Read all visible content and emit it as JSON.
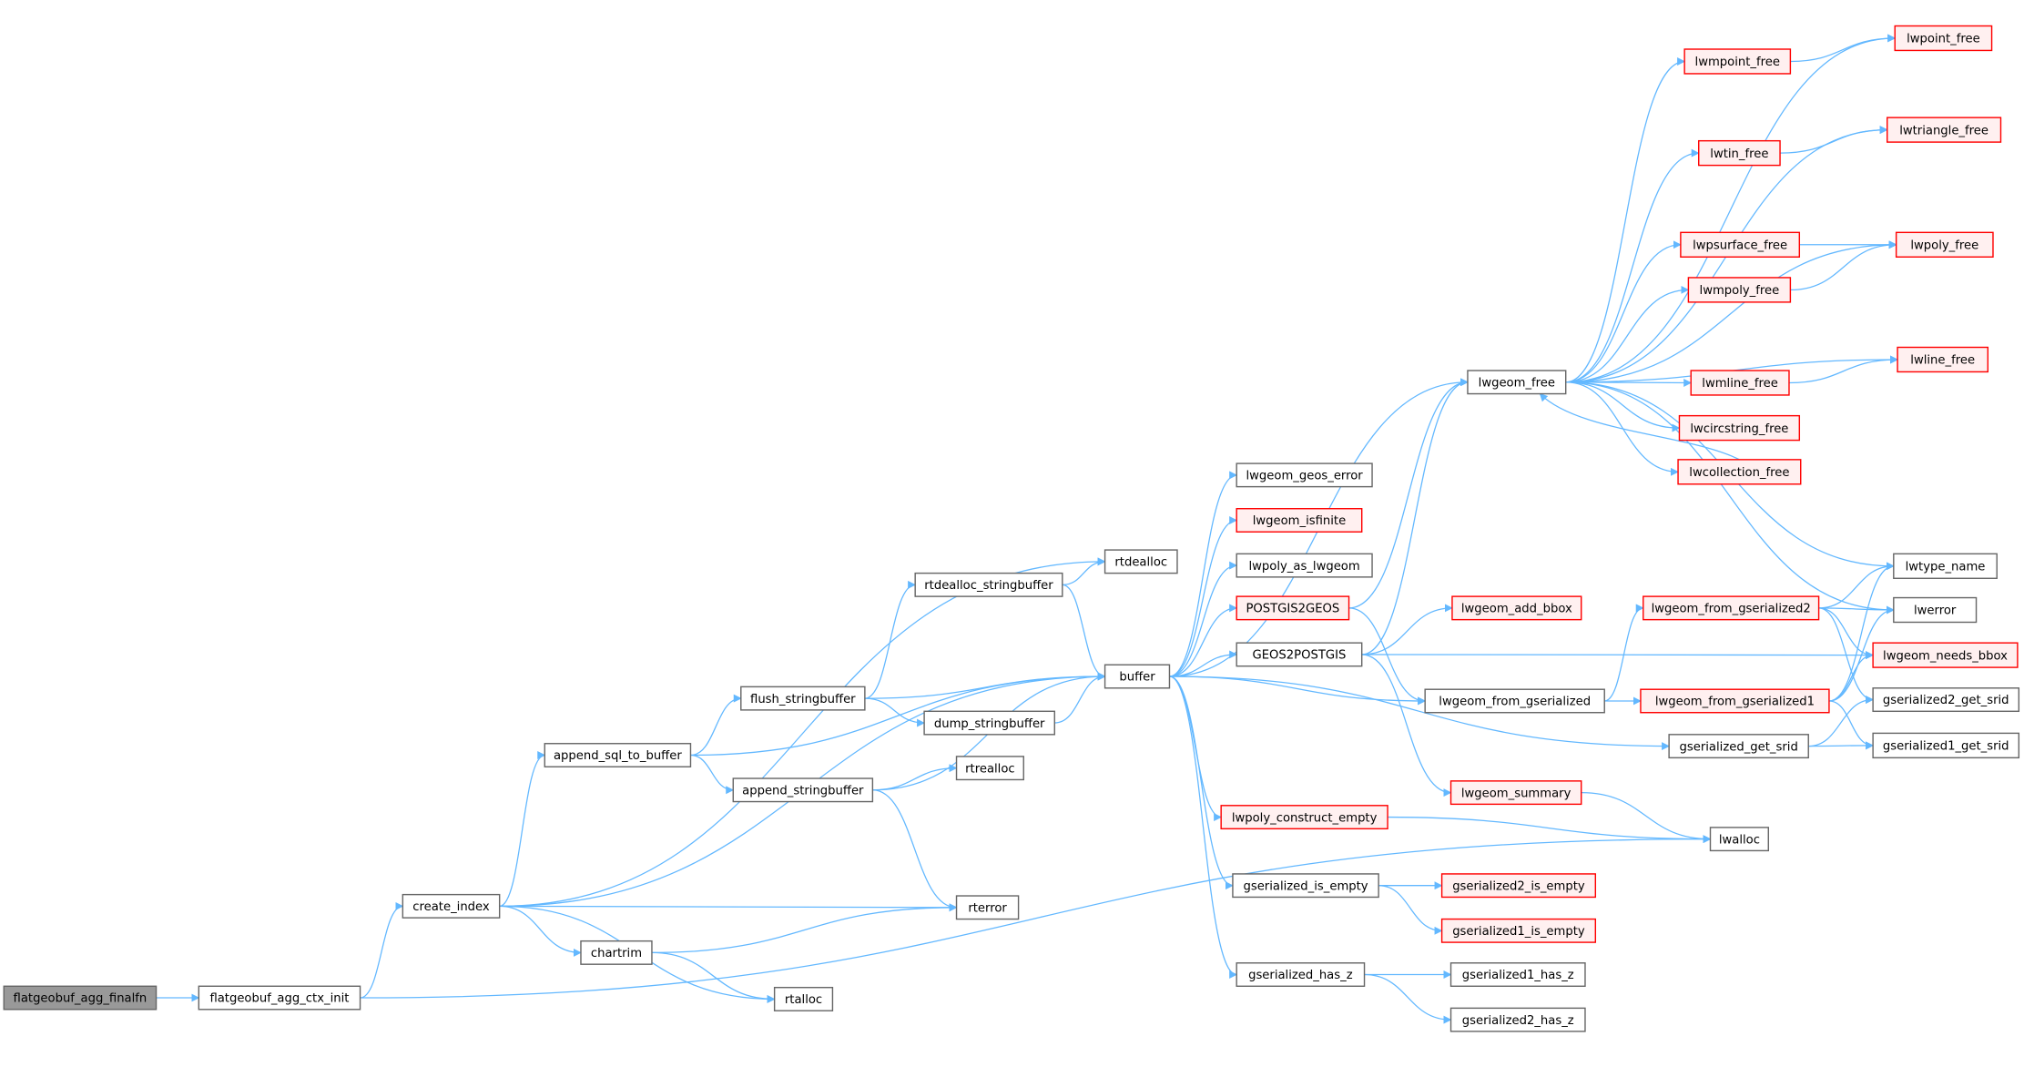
{
  "colors": {
    "edge": "#63b8ff",
    "normal_border": "#666666",
    "normal_fill": "#ffffff",
    "red_border": "#ff0000",
    "red_fill": "#fff0f0",
    "root_fill": "#999999"
  },
  "nodes": {
    "flatgeobuf_agg_finalfn": {
      "label": "flatgeobuf_agg_finalfn",
      "style": "root"
    },
    "flatgeobuf_agg_ctx_init": {
      "label": "flatgeobuf_agg_ctx_init",
      "style": "normal"
    },
    "create_index": {
      "label": "create_index",
      "style": "normal"
    },
    "append_sql_to_buffer": {
      "label": "append_sql_to_buffer",
      "style": "normal"
    },
    "chartrim": {
      "label": "chartrim",
      "style": "normal"
    },
    "rtalloc": {
      "label": "rtalloc",
      "style": "normal"
    },
    "rterror": {
      "label": "rterror",
      "style": "normal"
    },
    "rtrealloc": {
      "label": "rtrealloc",
      "style": "normal"
    },
    "append_stringbuffer": {
      "label": "append_stringbuffer",
      "style": "normal"
    },
    "flush_stringbuffer": {
      "label": "flush_stringbuffer",
      "style": "normal"
    },
    "dump_stringbuffer": {
      "label": "dump_stringbuffer",
      "style": "normal"
    },
    "rtdealloc_stringbuffer": {
      "label": "rtdealloc_stringbuffer",
      "style": "normal"
    },
    "rtdealloc": {
      "label": "rtdealloc",
      "style": "normal"
    },
    "buffer": {
      "label": "buffer",
      "style": "normal"
    },
    "lwgeom_free": {
      "label": "lwgeom_free",
      "style": "normal"
    },
    "lwgeom_geos_error": {
      "label": "lwgeom_geos_error",
      "style": "normal"
    },
    "lwgeom_isfinite": {
      "label": "lwgeom_isfinite",
      "style": "red"
    },
    "lwpoly_as_lwgeom": {
      "label": "lwpoly_as_lwgeom",
      "style": "normal"
    },
    "POSTGIS2GEOS": {
      "label": "POSTGIS2GEOS",
      "style": "red"
    },
    "GEOS2POSTGIS": {
      "label": "GEOS2POSTGIS",
      "style": "normal"
    },
    "lwpoly_construct_empty": {
      "label": "lwpoly_construct_empty",
      "style": "red"
    },
    "gserialized_is_empty": {
      "label": "gserialized_is_empty",
      "style": "normal"
    },
    "gserialized_has_z": {
      "label": "gserialized_has_z",
      "style": "normal"
    },
    "lwgeom_add_bbox": {
      "label": "lwgeom_add_bbox",
      "style": "red"
    },
    "lwgeom_from_gserialized": {
      "label": "lwgeom_from_gserialized",
      "style": "normal"
    },
    "lwgeom_summary": {
      "label": "lwgeom_summary",
      "style": "red"
    },
    "gserialized2_is_empty": {
      "label": "gserialized2_is_empty",
      "style": "red"
    },
    "gserialized1_is_empty": {
      "label": "gserialized1_is_empty",
      "style": "red"
    },
    "gserialized1_has_z": {
      "label": "gserialized1_has_z",
      "style": "normal"
    },
    "gserialized2_has_z": {
      "label": "gserialized2_has_z",
      "style": "normal"
    },
    "lwpoint_free": {
      "label": "lwpoint_free",
      "style": "red"
    },
    "lwmpoint_free": {
      "label": "lwmpoint_free",
      "style": "red"
    },
    "lwtriangle_free": {
      "label": "lwtriangle_free",
      "style": "red"
    },
    "lwtin_free": {
      "label": "lwtin_free",
      "style": "red"
    },
    "lwpsurface_free": {
      "label": "lwpsurface_free",
      "style": "red"
    },
    "lwpoly_free": {
      "label": "lwpoly_free",
      "style": "red"
    },
    "lwmpoly_free": {
      "label": "lwmpoly_free",
      "style": "red"
    },
    "lwline_free": {
      "label": "lwline_free",
      "style": "red"
    },
    "lwmline_free": {
      "label": "lwmline_free",
      "style": "red"
    },
    "lwcircstring_free": {
      "label": "lwcircstring_free",
      "style": "red"
    },
    "lwcollection_free": {
      "label": "lwcollection_free",
      "style": "red"
    },
    "lwtype_name": {
      "label": "lwtype_name",
      "style": "normal"
    },
    "lwerror": {
      "label": "lwerror",
      "style": "normal"
    },
    "lwgeom_from_gserialized2": {
      "label": "lwgeom_from_gserialized2",
      "style": "red"
    },
    "lwgeom_needs_bbox": {
      "label": "lwgeom_needs_bbox",
      "style": "red"
    },
    "gserialized2_get_srid": {
      "label": "gserialized2_get_srid",
      "style": "normal"
    },
    "lwgeom_from_gserialized1": {
      "label": "lwgeom_from_gserialized1",
      "style": "red"
    },
    "gserialized1_get_srid": {
      "label": "gserialized1_get_srid",
      "style": "normal"
    },
    "gserialized_get_srid": {
      "label": "gserialized_get_srid",
      "style": "normal"
    },
    "lwalloc": {
      "label": "lwalloc",
      "style": "normal"
    }
  },
  "edges": [
    [
      "flatgeobuf_agg_finalfn",
      "flatgeobuf_agg_ctx_init"
    ],
    [
      "flatgeobuf_agg_ctx_init",
      "create_index"
    ],
    [
      "flatgeobuf_agg_ctx_init",
      "lwalloc"
    ],
    [
      "create_index",
      "append_sql_to_buffer"
    ],
    [
      "create_index",
      "buffer"
    ],
    [
      "create_index",
      "rterror"
    ],
    [
      "create_index",
      "chartrim"
    ],
    [
      "create_index",
      "rtalloc"
    ],
    [
      "create_index",
      "rtdealloc"
    ],
    [
      "append_sql_to_buffer",
      "buffer"
    ],
    [
      "append_sql_to_buffer",
      "flush_stringbuffer"
    ],
    [
      "append_sql_to_buffer",
      "append_stringbuffer"
    ],
    [
      "flush_stringbuffer",
      "rtdealloc_stringbuffer"
    ],
    [
      "flush_stringbuffer",
      "buffer"
    ],
    [
      "flush_stringbuffer",
      "dump_stringbuffer"
    ],
    [
      "append_stringbuffer",
      "rtrealloc"
    ],
    [
      "append_stringbuffer",
      "buffer"
    ],
    [
      "append_stringbuffer",
      "rterror"
    ],
    [
      "dump_stringbuffer",
      "buffer"
    ],
    [
      "rtdealloc_stringbuffer",
      "rtdealloc"
    ],
    [
      "rtdealloc_stringbuffer",
      "buffer"
    ],
    [
      "chartrim",
      "rterror"
    ],
    [
      "chartrim",
      "rtalloc"
    ],
    [
      "buffer",
      "lwgeom_free"
    ],
    [
      "buffer",
      "lwgeom_geos_error"
    ],
    [
      "buffer",
      "lwgeom_isfinite"
    ],
    [
      "buffer",
      "lwpoly_as_lwgeom"
    ],
    [
      "buffer",
      "POSTGIS2GEOS"
    ],
    [
      "buffer",
      "GEOS2POSTGIS"
    ],
    [
      "buffer",
      "lwgeom_from_gserialized"
    ],
    [
      "buffer",
      "gserialized_get_srid"
    ],
    [
      "buffer",
      "lwpoly_construct_empty"
    ],
    [
      "buffer",
      "gserialized_is_empty"
    ],
    [
      "buffer",
      "gserialized_has_z"
    ],
    [
      "POSTGIS2GEOS",
      "lwgeom_free"
    ],
    [
      "POSTGIS2GEOS",
      "lwgeom_from_gserialized"
    ],
    [
      "GEOS2POSTGIS",
      "lwgeom_free"
    ],
    [
      "GEOS2POSTGIS",
      "lwgeom_add_bbox"
    ],
    [
      "GEOS2POSTGIS",
      "lwgeom_needs_bbox"
    ],
    [
      "GEOS2POSTGIS",
      "lwgeom_summary"
    ],
    [
      "lwgeom_free",
      "lwpoint_free"
    ],
    [
      "lwgeom_free",
      "lwmpoint_free"
    ],
    [
      "lwgeom_free",
      "lwtriangle_free"
    ],
    [
      "lwgeom_free",
      "lwtin_free"
    ],
    [
      "lwgeom_free",
      "lwpoly_free"
    ],
    [
      "lwgeom_free",
      "lwpsurface_free"
    ],
    [
      "lwgeom_free",
      "lwmpoly_free"
    ],
    [
      "lwgeom_free",
      "lwline_free"
    ],
    [
      "lwgeom_free",
      "lwmline_free"
    ],
    [
      "lwgeom_free",
      "lwcircstring_free"
    ],
    [
      "lwgeom_free",
      "lwcollection_free"
    ],
    [
      "lwgeom_free",
      "lwtype_name"
    ],
    [
      "lwgeom_free",
      "lwerror"
    ],
    [
      "lwcollection_free",
      "lwgeom_free"
    ],
    [
      "lwmpoint_free",
      "lwpoint_free"
    ],
    [
      "lwtin_free",
      "lwtriangle_free"
    ],
    [
      "lwpsurface_free",
      "lwpoly_free"
    ],
    [
      "lwmpoly_free",
      "lwpoly_free"
    ],
    [
      "lwmline_free",
      "lwline_free"
    ],
    [
      "lwgeom_from_gserialized",
      "lwgeom_from_gserialized2"
    ],
    [
      "lwgeom_from_gserialized",
      "lwgeom_from_gserialized1"
    ],
    [
      "lwgeom_from_gserialized2",
      "lwtype_name"
    ],
    [
      "lwgeom_from_gserialized2",
      "lwerror"
    ],
    [
      "lwgeom_from_gserialized2",
      "lwgeom_needs_bbox"
    ],
    [
      "lwgeom_from_gserialized2",
      "gserialized2_get_srid"
    ],
    [
      "lwgeom_from_gserialized1",
      "lwtype_name"
    ],
    [
      "lwgeom_from_gserialized1",
      "lwerror"
    ],
    [
      "lwgeom_from_gserialized1",
      "lwgeom_needs_bbox"
    ],
    [
      "lwgeom_from_gserialized1",
      "gserialized1_get_srid"
    ],
    [
      "gserialized_get_srid",
      "gserialized2_get_srid"
    ],
    [
      "gserialized_get_srid",
      "gserialized1_get_srid"
    ],
    [
      "lwpoly_construct_empty",
      "lwalloc"
    ],
    [
      "lwgeom_summary",
      "lwalloc"
    ],
    [
      "gserialized_is_empty",
      "gserialized2_is_empty"
    ],
    [
      "gserialized_is_empty",
      "gserialized1_is_empty"
    ],
    [
      "gserialized_has_z",
      "gserialized1_has_z"
    ],
    [
      "gserialized_has_z",
      "gserialized2_has_z"
    ]
  ]
}
